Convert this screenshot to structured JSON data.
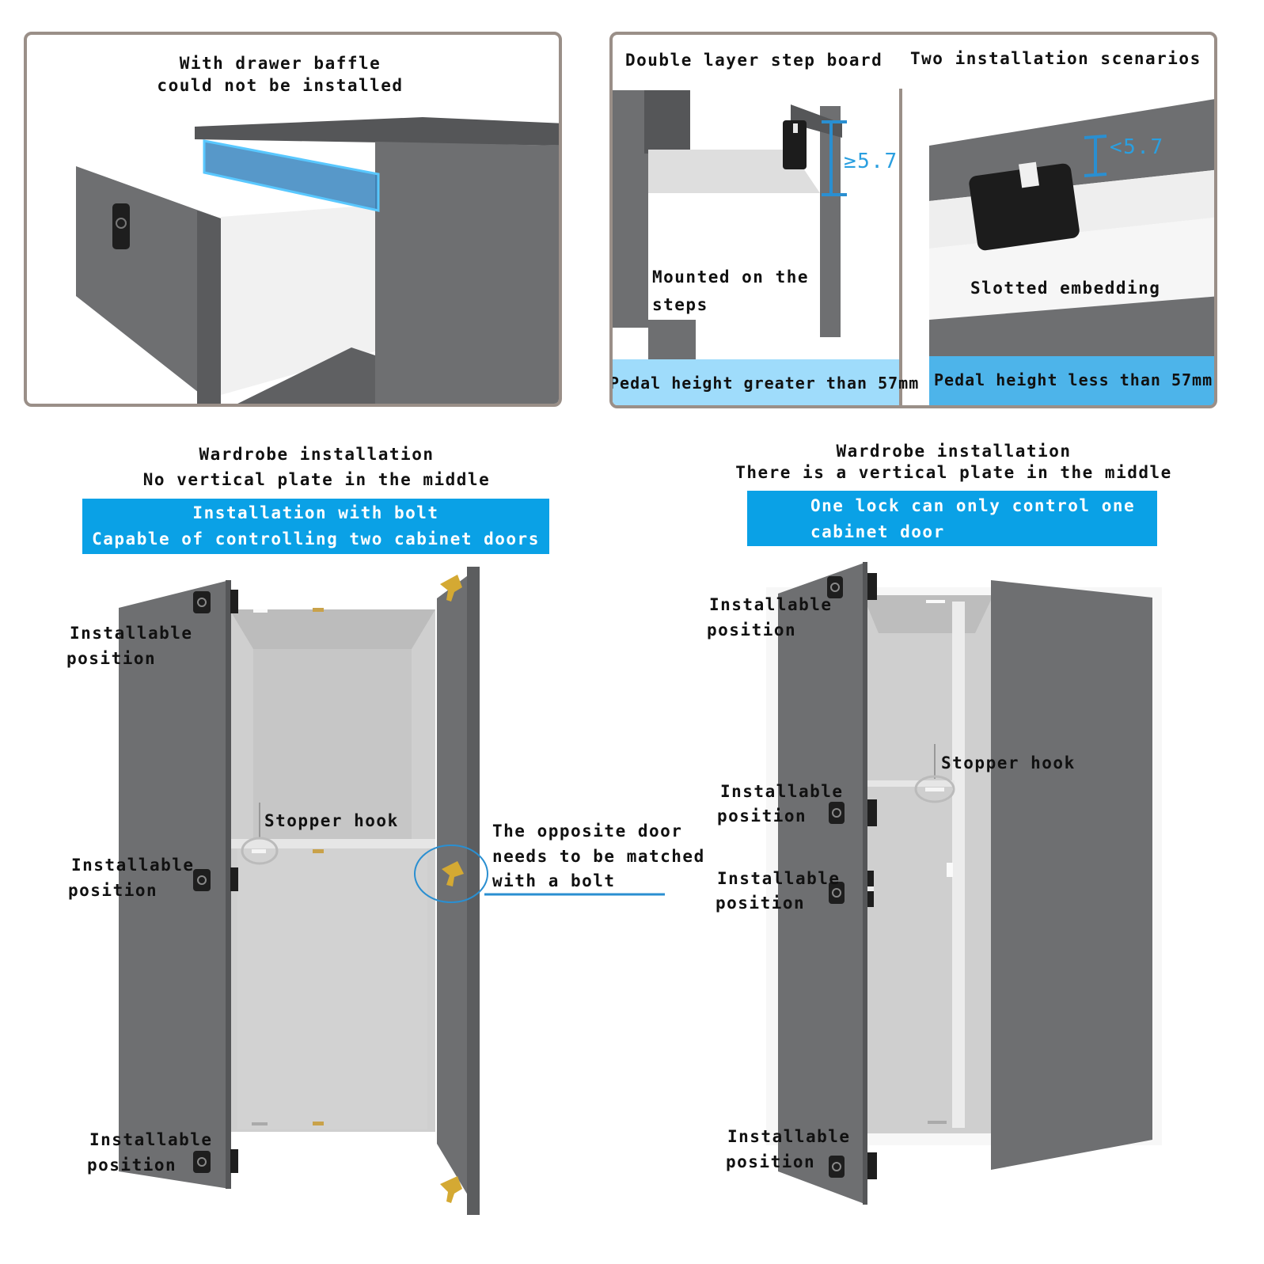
{
  "panels": {
    "drawer": {
      "line1": "With drawer baffle",
      "line2": "could not be installed"
    },
    "step_board": {
      "title": "Double layer step board",
      "measure": "≥5.7",
      "caption_line1": "Mounted on the",
      "caption_line2": "steps",
      "footer": "Pedal height greater than 57mm"
    },
    "scenarios": {
      "title": "Two installation scenarios",
      "measure": "<5.7",
      "caption": "Slotted embedding",
      "footer": "Pedal height less than 57mm"
    }
  },
  "left_wardrobe": {
    "heading1": "Wardrobe installation",
    "heading2": "No vertical plate in the middle",
    "banner1": "Installation with bolt",
    "banner2": "Capable of controlling two cabinet doors",
    "pos_top_1": "Installable",
    "pos_top_2": "position",
    "pos_mid_1": "Installable",
    "pos_mid_2": "position",
    "pos_bot_1": "Installable",
    "pos_bot_2": "position",
    "stopper": "Stopper hook",
    "opposite_1": "The opposite door",
    "opposite_2": "needs to be matched",
    "opposite_3": "with a bolt"
  },
  "right_wardrobe": {
    "heading1": "Wardrobe installation",
    "heading2": "There is a vertical plate in the middle",
    "banner1": "One lock can only control one",
    "banner2": "cabinet door",
    "pos_top_1": "Installable",
    "pos_top_2": "position",
    "pos_mid1_1": "Installable",
    "pos_mid1_2": "position",
    "pos_mid2_1": "Installable",
    "pos_mid2_2": "position",
    "pos_bot_1": "Installable",
    "pos_bot_2": "position",
    "stopper": "Stopper hook"
  },
  "colors": {
    "door_gray": "#6e6f71",
    "accent_blue": "#0aa1e6",
    "light_blue": "#9fdcfb",
    "panel_border": "#9a8f88"
  }
}
